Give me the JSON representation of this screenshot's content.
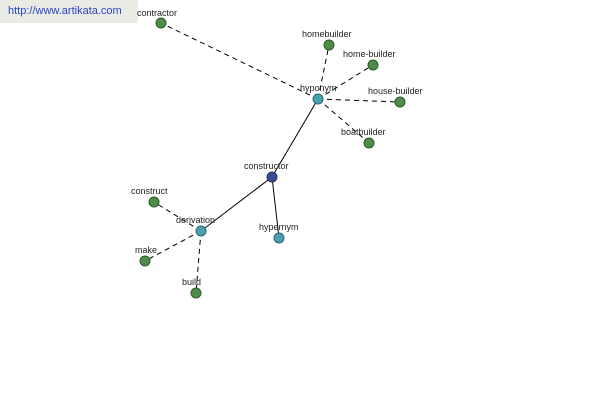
{
  "site": {
    "url_text": "http://www.artikata.com"
  },
  "graph": {
    "nodes": {
      "contractor": "contractor",
      "homebuilder": "homebuilder",
      "home_builder": "home-builder",
      "house_builder": "house-builder",
      "boatbuilder": "boatbuilder",
      "hyponym": "hyponym",
      "constructor": "constructor",
      "construct": "construct",
      "derivation": "derivation",
      "make": "make",
      "build": "build",
      "hypernym": "hypernym"
    },
    "colors": {
      "leaf": "#4e8c4a",
      "relation": "#4a9fae",
      "root": "#3d4c8f"
    }
  }
}
